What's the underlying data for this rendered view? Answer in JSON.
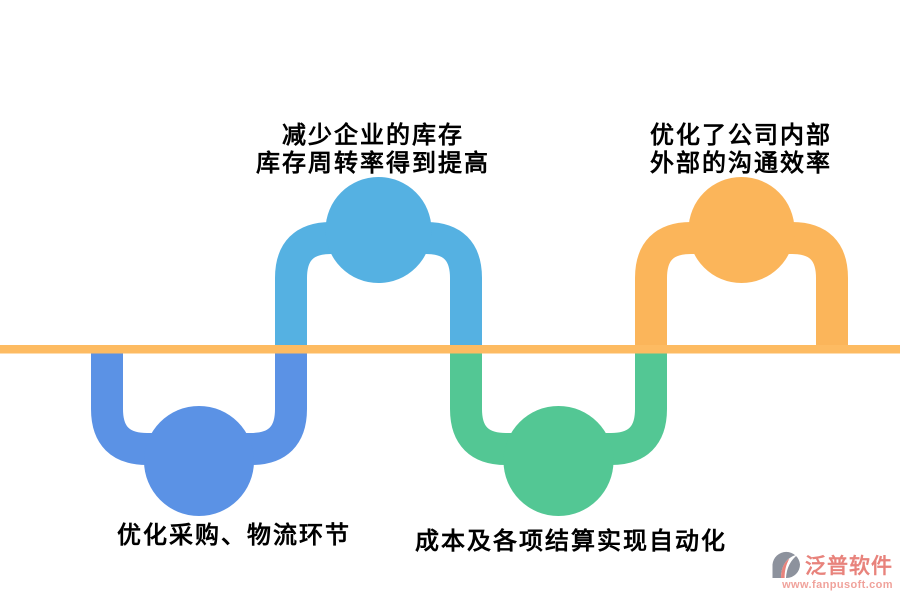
{
  "diagram": {
    "title_hint": "ERP benefits wave infographic",
    "colors": {
      "baseline": "#FDBB62",
      "segment_dark_blue": "#5B92E5",
      "segment_sky_blue": "#55B1E2",
      "segment_green": "#53C794",
      "segment_orange": "#FBB55A"
    },
    "labels": {
      "inventory": {
        "line1": "减少企业的库存",
        "line2": "库存周转率得到提高"
      },
      "communication": {
        "line1": "优化了公司内部",
        "line2": "外部的沟通效率"
      },
      "procurement": {
        "line1": "优化采购、物流环节"
      },
      "settlement": {
        "line1": "成本及各项结算实现自动化"
      }
    }
  },
  "watermark": {
    "brand": "泛普软件",
    "url": "www.fanpusoft.com",
    "brand_color": "#E8837C",
    "icon_color": "#8D929D"
  }
}
